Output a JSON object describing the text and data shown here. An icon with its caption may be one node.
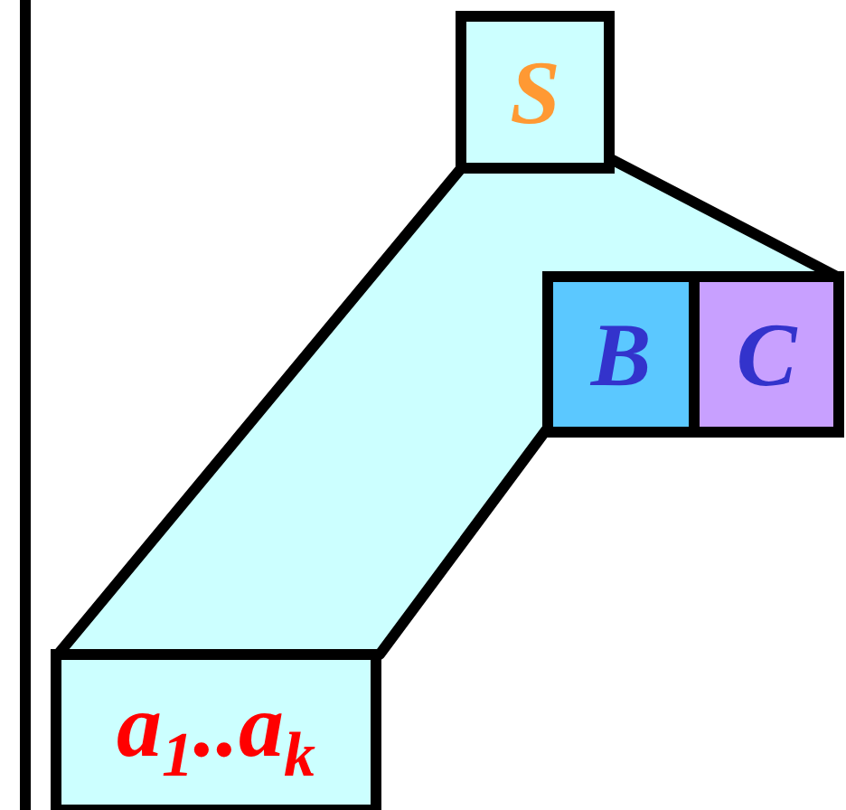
{
  "diagram": {
    "nodes": [
      {
        "text": [
          "S"
        ]
      },
      {
        "text": [
          "B"
        ]
      },
      {
        "text": [
          "C"
        ]
      },
      {
        "text": [
          "a$_{1}$..a$_{k}$"
        ]
      }
    ]
  }
}
